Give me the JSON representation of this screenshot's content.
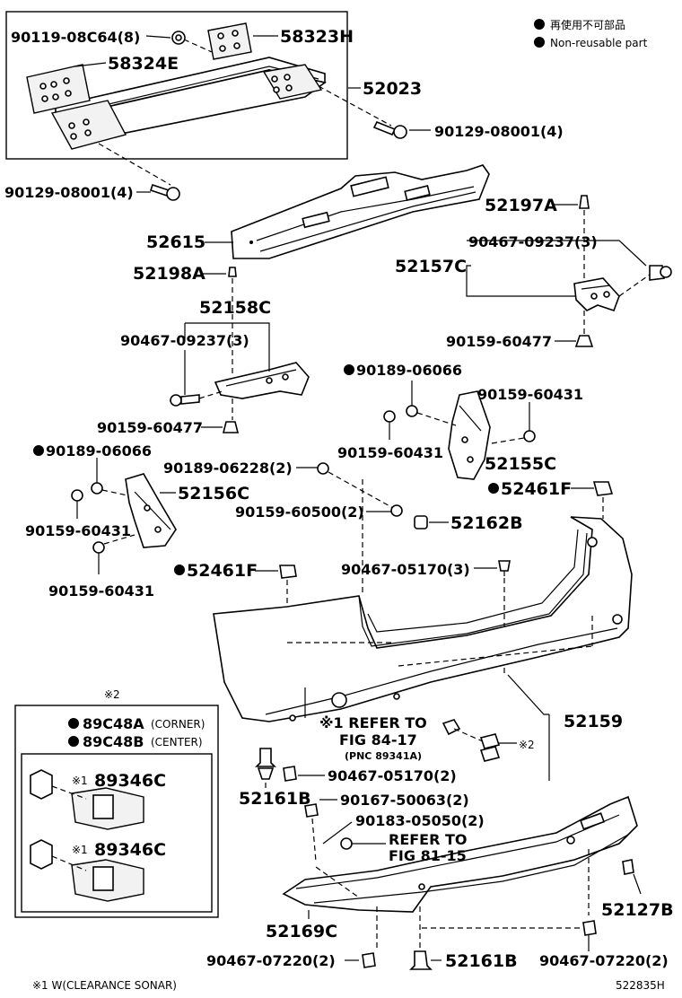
{
  "legend": {
    "jp": "再使用不可部品",
    "en": "Non-reusable part",
    "note1": "※1 W(CLEARANCE SONAR)",
    "ref": "522835H"
  },
  "labels": {
    "l_90119": "90119-08C64(8)",
    "l_58323H": "58323H",
    "l_58324E": "58324E",
    "l_52023": "52023",
    "l_90129a": "90129-08001(4)",
    "l_90129b": "90129-08001(4)",
    "l_52197A": "52197A",
    "l_52615": "52615",
    "l_90467_9237a": "90467-09237(3)",
    "l_52157C": "52157C",
    "l_52198A": "52198A",
    "l_52158C": "52158C",
    "l_90467_9237b": "90467-09237(3)",
    "l_90159_477a": "90159-60477",
    "l_90159_477b": "90159-60477",
    "l_90189_066a": "90189-06066",
    "l_90159_431a": "90159-60431",
    "l_90159_431b": "90159-60431",
    "l_52155C": "52155C",
    "l_90189_066b": "90189-06066",
    "l_90189_228": "90189-06228(2)",
    "l_52461Fa": "52461F",
    "l_52156C": "52156C",
    "l_90159_500": "90159-60500(2)",
    "l_52162B": "52162B",
    "l_90159_431c": "90159-60431",
    "l_52461Fb": "52461F",
    "l_90467_5170a": "90467-05170(3)",
    "l_90159_431d": "90159-60431",
    "l_note2": "※2",
    "l_89C48A": "89C48A",
    "l_corner": "(CORNER)",
    "l_89C48B": "89C48B",
    "l_center": "(CENTER)",
    "l_89346Ca": "89346C",
    "l_89346Cb": "89346C",
    "l_mark1a": "※1",
    "l_mark1b": "※1",
    "l_refer1a": "※1 REFER TO",
    "l_refer1b": "FIG 84-17",
    "l_refer1c": "(PNC 89341A)",
    "l_52159": "52159",
    "l_mark2": "※2",
    "l_52161Ba": "52161B",
    "l_90467_5170b": "90467-05170(2)",
    "l_90167": "90167-50063(2)",
    "l_90183": "90183-05050(2)",
    "l_refer2a": "REFER TO",
    "l_refer2b": "FIG 81-15",
    "l_52127B": "52127B",
    "l_52169C": "52169C",
    "l_90467_7220a": "90467-07220(2)",
    "l_52161Bb": "52161B",
    "l_90467_7220b": "90467-07220(2)"
  }
}
